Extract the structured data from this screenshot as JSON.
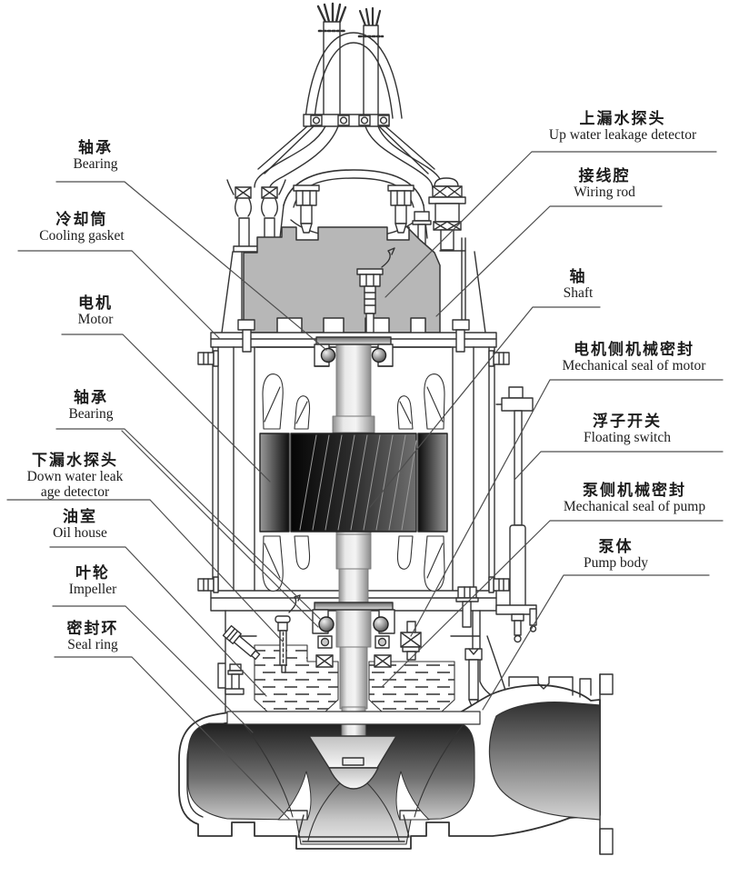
{
  "diagram": {
    "type": "submersible-pump-cross-section",
    "colors": {
      "line": "#333333",
      "wiring_chamber_gray": "#b7b7b7",
      "rotor_dark": "#1a1a1a",
      "background": "#ffffff"
    },
    "labels": [
      {
        "id": "bearing-top",
        "cn": "轴承",
        "en": "Bearing"
      },
      {
        "id": "cooling-gasket",
        "cn": "冷却筒",
        "en": "Cooling gasket"
      },
      {
        "id": "motor",
        "cn": "电机",
        "en": "Motor"
      },
      {
        "id": "bearing-lower",
        "cn": "轴承",
        "en": "Bearing"
      },
      {
        "id": "down-leak",
        "cn": "下漏水探头",
        "en": "Down water leak",
        "en2": "age detector"
      },
      {
        "id": "oil-house",
        "cn": "油室",
        "en": "Oil house"
      },
      {
        "id": "impeller",
        "cn": "叶轮",
        "en": "Impeller"
      },
      {
        "id": "seal-ring",
        "cn": "密封环",
        "en": "Seal ring"
      },
      {
        "id": "up-leak",
        "cn": "上漏水探头",
        "en": "Up water leakage detector"
      },
      {
        "id": "wiring-rod",
        "cn": "接线腔",
        "en": "Wiring rod"
      },
      {
        "id": "shaft",
        "cn": "轴",
        "en": "Shaft"
      },
      {
        "id": "seal-motor",
        "cn": "电机侧机械密封",
        "en": "Mechanical seal of motor"
      },
      {
        "id": "floating-switch",
        "cn": "浮子开关",
        "en": "Floating switch"
      },
      {
        "id": "seal-pump",
        "cn": "泵侧机械密封",
        "en": "Mechanical seal of pump"
      },
      {
        "id": "pump-body",
        "cn": "泵体",
        "en": "Pump body"
      }
    ]
  }
}
